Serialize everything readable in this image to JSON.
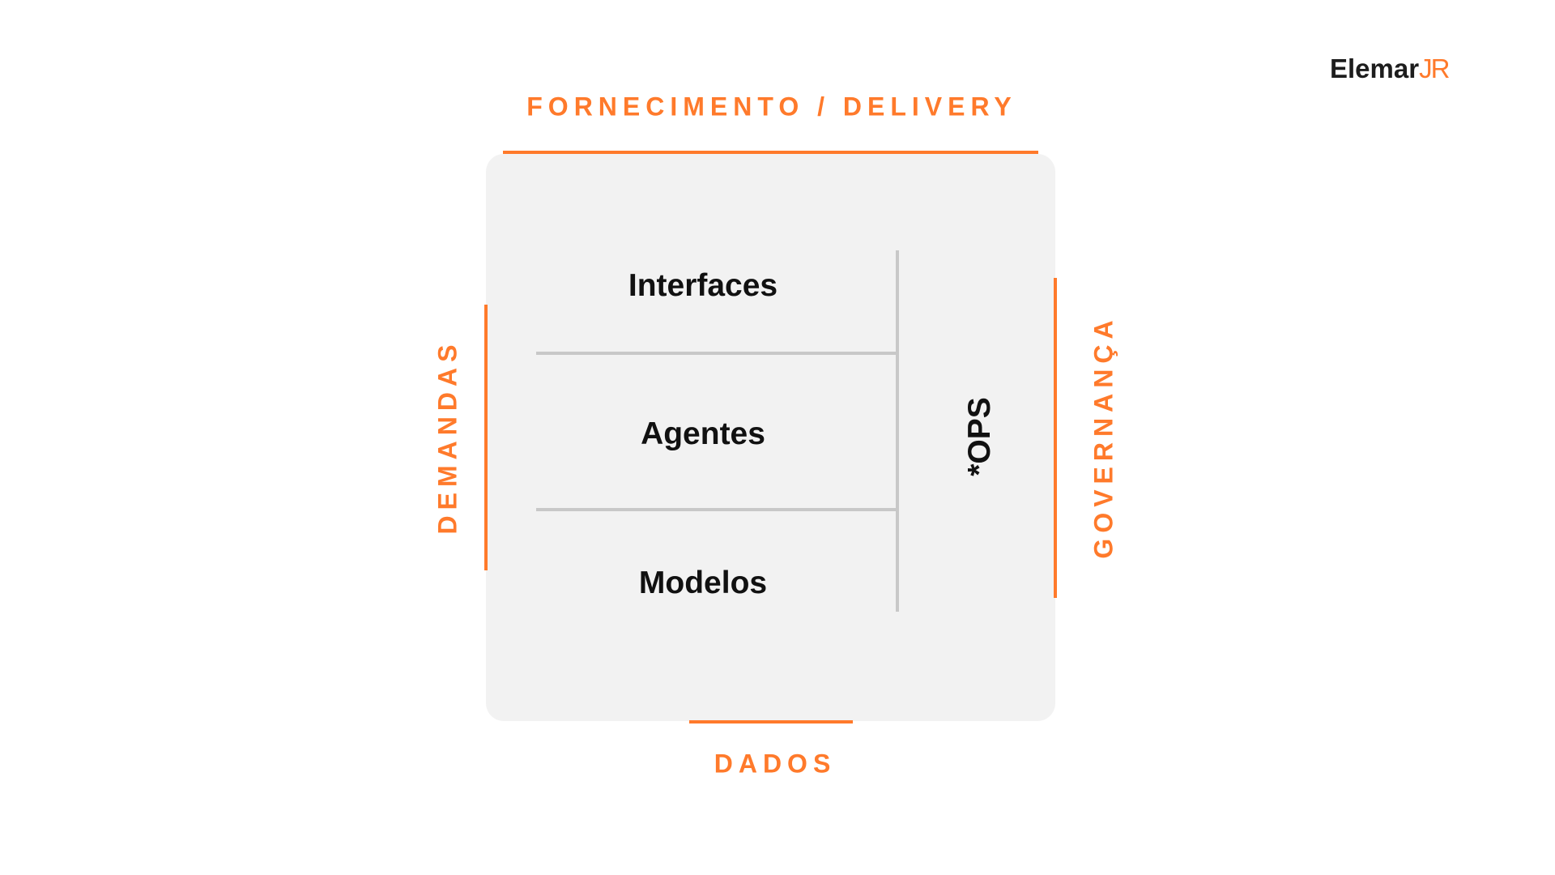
{
  "logo": {
    "name": "Elemar",
    "suffix": "JR"
  },
  "edges": {
    "top": "FORNECIMENTO / DELIVERY",
    "left": "DEMANDAS",
    "right": "GOVERNANÇA",
    "bottom": "DADOS"
  },
  "layers": [
    "Interfaces",
    "Agentes",
    "Modelos"
  ],
  "side_layer": "*OPS",
  "colors": {
    "accent": "#ff7a2b",
    "panel": "#f2f2f2",
    "divider": "#c8c8c8"
  }
}
